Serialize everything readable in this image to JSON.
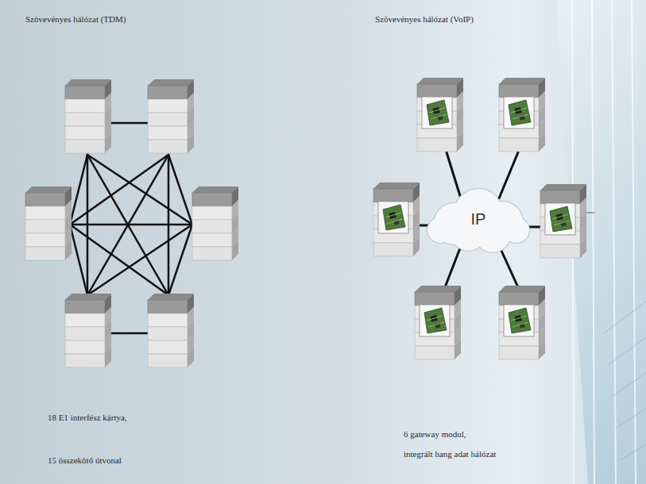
{
  "diagram": {
    "nodes": [
      {
        "text": [
          "IP"
        ]
      }
    ],
    "labels": [
      "Szövevényes hálózat (TDM)",
      "Szövevényes hálózat (VoIP)",
      "18 E1 interfész kártya,",
      "15 összekötő útvonal",
      "6 gateway modul,",
      "integrált hang adat hálózat"
    ]
  }
}
